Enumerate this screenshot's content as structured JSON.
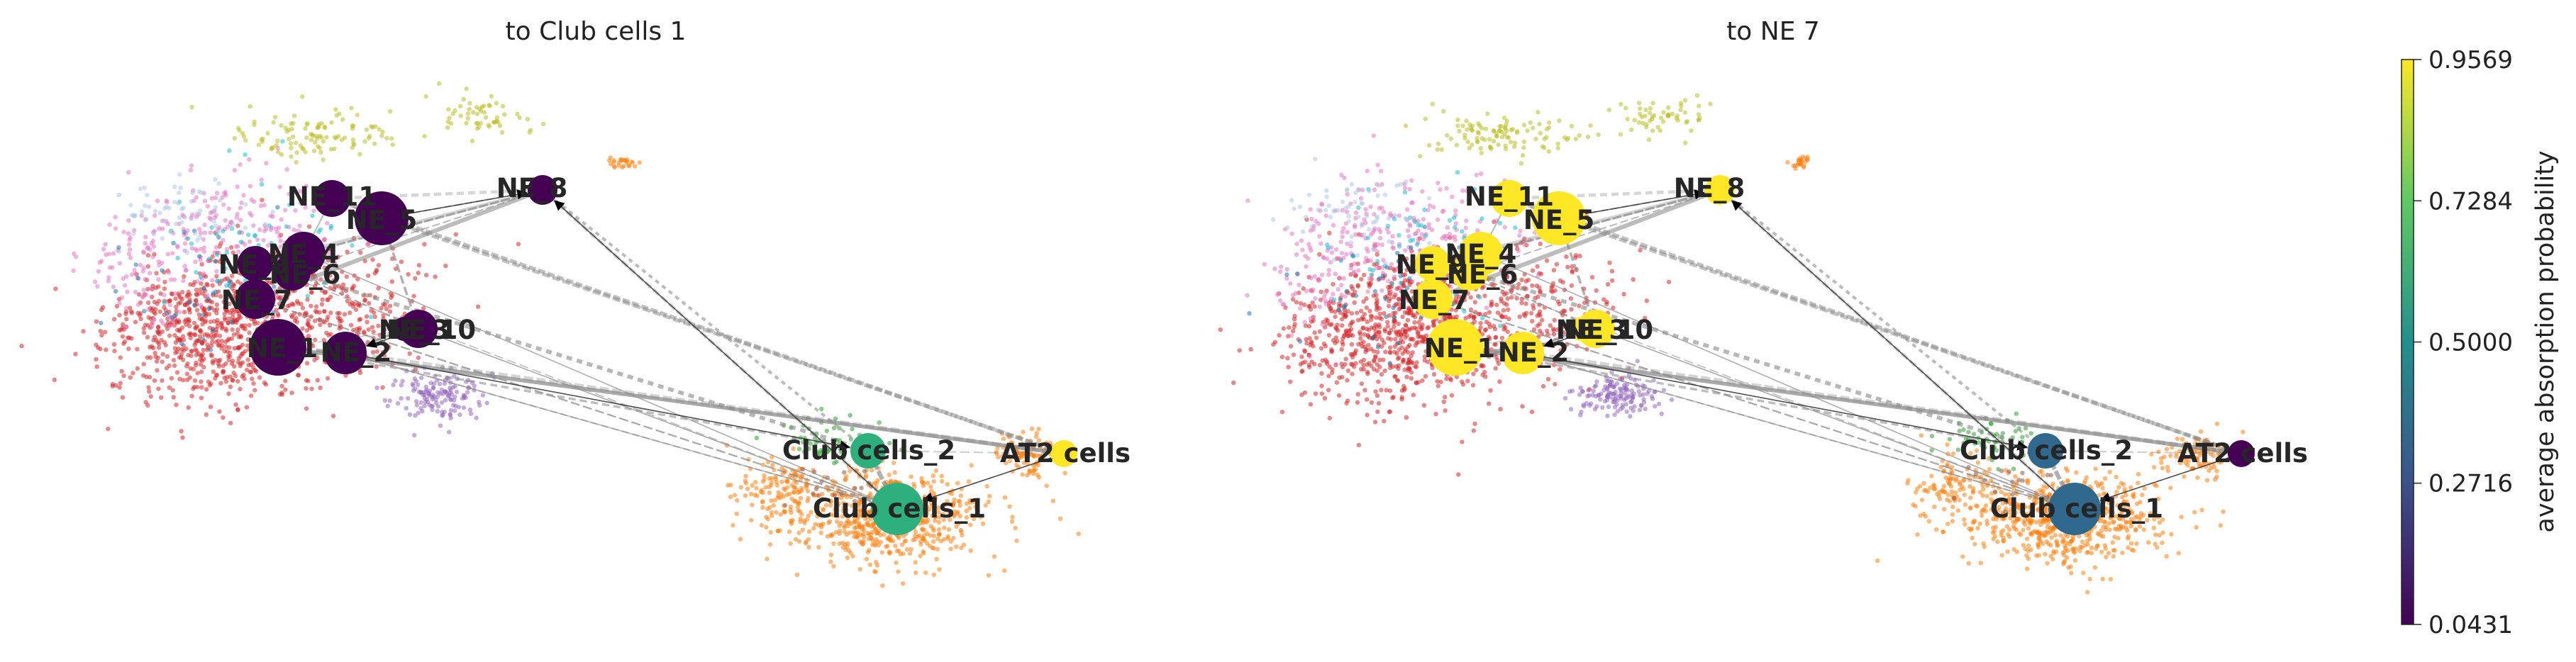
{
  "chart_data": {
    "type": "scatter",
    "subtype": "paga-graph-on-embedding",
    "colormap": "viridis",
    "colorbar": {
      "label": "average absorption probability",
      "vmin": 0.0431,
      "vmax": 0.9569,
      "ticks": [
        "0.0431",
        "0.2716",
        "0.5000",
        "0.7284",
        "0.9569"
      ]
    },
    "panels": [
      {
        "title": "to Club cells 1",
        "nodes": [
          {
            "name": "NE_11",
            "value": 0.0431
          },
          {
            "name": "NE_5",
            "value": 0.0431
          },
          {
            "name": "NE_8",
            "value": 0.0431
          },
          {
            "name": "NE_4",
            "value": 0.0431
          },
          {
            "name": "NE_9",
            "value": 0.0431
          },
          {
            "name": "NE_6",
            "value": 0.0431
          },
          {
            "name": "NE_7",
            "value": 0.0431
          },
          {
            "name": "NE_10",
            "value": 0.0431
          },
          {
            "name": "NE_3",
            "value": 0.0431
          },
          {
            "name": "NE_1",
            "value": 0.0431
          },
          {
            "name": "NE_2",
            "value": 0.0431
          },
          {
            "name": "Club cells_2",
            "value": 0.62
          },
          {
            "name": "Club cells_1",
            "value": 0.62
          },
          {
            "name": "AT2 cells",
            "value": 0.9569
          }
        ]
      },
      {
        "title": "to NE 7",
        "nodes": [
          {
            "name": "NE_11",
            "value": 0.9569
          },
          {
            "name": "NE_5",
            "value": 0.9569
          },
          {
            "name": "NE_8",
            "value": 0.9569
          },
          {
            "name": "NE_4",
            "value": 0.9569
          },
          {
            "name": "NE_9",
            "value": 0.9569
          },
          {
            "name": "NE_6",
            "value": 0.9569
          },
          {
            "name": "NE_7",
            "value": 0.9569
          },
          {
            "name": "NE_10",
            "value": 0.9569
          },
          {
            "name": "NE_3",
            "value": 0.9569
          },
          {
            "name": "NE_1",
            "value": 0.9569
          },
          {
            "name": "NE_2",
            "value": 0.9569
          },
          {
            "name": "Club cells_2",
            "value": 0.35
          },
          {
            "name": "Club cells_1",
            "value": 0.35
          },
          {
            "name": "AT2 cells",
            "value": 0.0431
          }
        ]
      }
    ],
    "edges": [
      [
        "NE_11",
        "NE_5"
      ],
      [
        "NE_11",
        "NE_4"
      ],
      [
        "NE_11",
        "NE_8"
      ],
      [
        "NE_5",
        "NE_8"
      ],
      [
        "NE_4",
        "NE_8"
      ],
      [
        "NE_9",
        "NE_8"
      ],
      [
        "NE_6",
        "NE_8"
      ],
      [
        "NE_7",
        "NE_8"
      ],
      [
        "NE_4",
        "NE_6"
      ],
      [
        "NE_9",
        "NE_7"
      ],
      [
        "NE_7",
        "NE_1"
      ],
      [
        "NE_1",
        "NE_2"
      ],
      [
        "NE_1",
        "NE_10"
      ],
      [
        "NE_6",
        "NE_10"
      ],
      [
        "NE_3",
        "NE_2"
      ],
      [
        "NE_5",
        "NE_10"
      ],
      [
        "NE_1",
        "Club cells_2"
      ],
      [
        "NE_2",
        "Club cells_1"
      ],
      [
        "NE_10",
        "Club cells_1"
      ],
      [
        "NE_4",
        "Club cells_1"
      ],
      [
        "NE_6",
        "Club cells_2"
      ],
      [
        "NE_11",
        "AT2 cells"
      ],
      [
        "NE_5",
        "AT2 cells"
      ],
      [
        "NE_9",
        "Club cells_1"
      ],
      [
        "NE_7",
        "Club cells_1"
      ],
      [
        "NE_8",
        "Club cells_1"
      ],
      [
        "NE_8",
        "Club cells_2"
      ],
      [
        "AT2 cells",
        "NE_1"
      ],
      [
        "Club cells_2",
        "Club cells_1"
      ],
      [
        "AT2 cells",
        "Club cells_1"
      ],
      [
        "AT2 cells",
        "Club cells_2"
      ],
      [
        "Club cells_1",
        "NE_2"
      ],
      [
        "AT2 cells",
        "NE_2"
      ]
    ],
    "arrow_edges": [
      [
        "Club cells_1",
        "NE_8"
      ],
      [
        "AT2 cells",
        "Club cells_1"
      ],
      [
        "NE_10",
        "NE_2"
      ],
      [
        "NE_5",
        "NE_8"
      ],
      [
        "NE_2",
        "Club cells_2"
      ]
    ],
    "background_cluster_colors": [
      "#d62728",
      "#e377c2",
      "#9467bd",
      "#bcbd22",
      "#17becf",
      "#1f77b4",
      "#ff7f0e",
      "#2ca02c",
      "#8c564b",
      "#aec7e8"
    ]
  }
}
